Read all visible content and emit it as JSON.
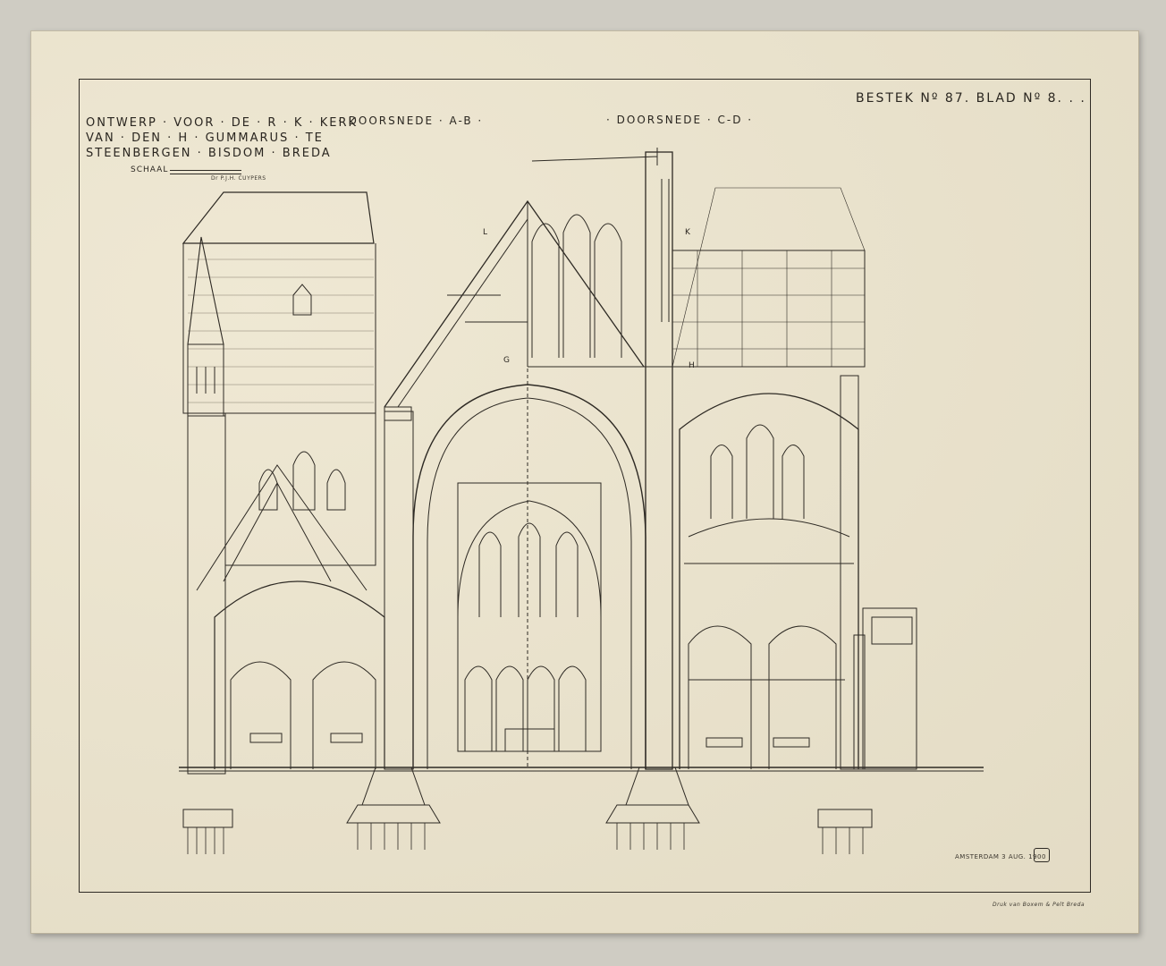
{
  "header": {
    "bestek": "BESTEK Nº 87.  BLAD Nº 8. . .",
    "title_lines": [
      "ONTWERP · VOOR · DE · R · K · KERK",
      "VAN · DEN · H · GUMMARUS · TE",
      "STEENBERGEN · BISDOM · BREDA"
    ],
    "scale_label": "SCHAAL",
    "architect": "Dr P.J.H. CUYPERS"
  },
  "sections": {
    "ab": "· DOORSNEDE · A-B ·",
    "cd": "· DOORSNEDE · C-D ·"
  },
  "footer": {
    "place_date": "AMSTERDAM  3 AUG. 1900",
    "printer": "Druk van Boxem & Pelt Breda"
  },
  "labels": {
    "g": "G",
    "h": "H",
    "k": "K",
    "l": "L"
  },
  "colors": {
    "paper": "#ece4cc",
    "ink": "#2e2a24",
    "background": "#cfccc3"
  }
}
